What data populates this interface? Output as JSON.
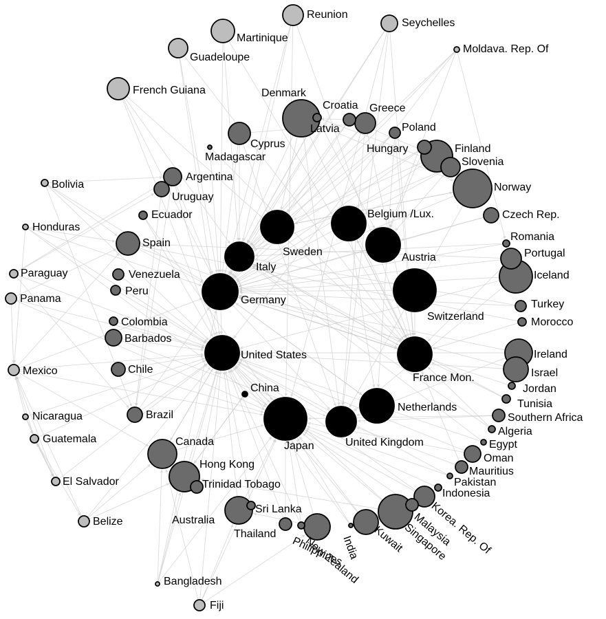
{
  "colors": {
    "core": "#000000",
    "semi_periphery": "#6b6b6b",
    "periphery": "#bdbdbd",
    "edge": "#c9c9c9",
    "outline": "#000000"
  },
  "nodes": [
    {
      "id": "reunion",
      "label": "Reunion",
      "tier": "periphery"
    },
    {
      "id": "seychelles",
      "label": "Seychelles",
      "tier": "periphery"
    },
    {
      "id": "martinique",
      "label": "Martinique",
      "tier": "periphery"
    },
    {
      "id": "guadeloupe",
      "label": "Guadeloupe",
      "tier": "periphery"
    },
    {
      "id": "moldava",
      "label": "Moldava. Rep. Of",
      "tier": "periphery"
    },
    {
      "id": "french-guiana",
      "label": "French Guiana",
      "tier": "periphery"
    },
    {
      "id": "denmark",
      "label": "Denmark",
      "tier": "semi_periphery"
    },
    {
      "id": "croatia",
      "label": "Croatia",
      "tier": "semi_periphery"
    },
    {
      "id": "greece",
      "label": "Greece",
      "tier": "semi_periphery"
    },
    {
      "id": "latvia",
      "label": "Latvia",
      "tier": "semi_periphery"
    },
    {
      "id": "poland",
      "label": "Poland",
      "tier": "semi_periphery"
    },
    {
      "id": "cyprus",
      "label": "Cyprus",
      "tier": "semi_periphery"
    },
    {
      "id": "hungary",
      "label": "Hungary",
      "tier": "semi_periphery"
    },
    {
      "id": "finland",
      "label": "Finland",
      "tier": "semi_periphery"
    },
    {
      "id": "madagascar",
      "label": "Madagascar",
      "tier": "semi_periphery"
    },
    {
      "id": "slovenia",
      "label": "Slovenia",
      "tier": "semi_periphery"
    },
    {
      "id": "argentina",
      "label": "Argentina",
      "tier": "semi_periphery"
    },
    {
      "id": "bolivia",
      "label": "Bolivia",
      "tier": "periphery"
    },
    {
      "id": "uruguay",
      "label": "Uruguay",
      "tier": "semi_periphery"
    },
    {
      "id": "norway",
      "label": "Norway",
      "tier": "semi_periphery"
    },
    {
      "id": "ecuador",
      "label": "Ecuador",
      "tier": "semi_periphery"
    },
    {
      "id": "belgium-lux",
      "label": "Belgium /Lux.",
      "tier": "core"
    },
    {
      "id": "czech",
      "label": "Czech Rep.",
      "tier": "semi_periphery"
    },
    {
      "id": "honduras",
      "label": "Honduras",
      "tier": "periphery"
    },
    {
      "id": "sweden",
      "label": "Sweden",
      "tier": "core"
    },
    {
      "id": "romania",
      "label": "Romania",
      "tier": "semi_periphery"
    },
    {
      "id": "spain",
      "label": "Spain",
      "tier": "semi_periphery"
    },
    {
      "id": "austria",
      "label": "Austria",
      "tier": "core"
    },
    {
      "id": "portugal",
      "label": "Portugal",
      "tier": "semi_periphery"
    },
    {
      "id": "italy",
      "label": "Italy",
      "tier": "core"
    },
    {
      "id": "paraguay",
      "label": "Paraguay",
      "tier": "periphery"
    },
    {
      "id": "venezuela",
      "label": "Venezuela",
      "tier": "semi_periphery"
    },
    {
      "id": "iceland",
      "label": "Iceland",
      "tier": "semi_periphery"
    },
    {
      "id": "peru",
      "label": "Peru",
      "tier": "semi_periphery"
    },
    {
      "id": "panama",
      "label": "Panama",
      "tier": "periphery"
    },
    {
      "id": "germany",
      "label": "Germany",
      "tier": "core"
    },
    {
      "id": "turkey",
      "label": "Turkey",
      "tier": "semi_periphery"
    },
    {
      "id": "switzerland",
      "label": "Switzerland",
      "tier": "core"
    },
    {
      "id": "colombia",
      "label": "Colombia",
      "tier": "semi_periphery"
    },
    {
      "id": "morocco",
      "label": "Morocco",
      "tier": "semi_periphery"
    },
    {
      "id": "barbados",
      "label": "Barbados",
      "tier": "semi_periphery"
    },
    {
      "id": "united-states",
      "label": "United States",
      "tier": "core"
    },
    {
      "id": "ireland",
      "label": "Ireland",
      "tier": "semi_periphery"
    },
    {
      "id": "mexico",
      "label": "Mexico",
      "tier": "periphery"
    },
    {
      "id": "chile",
      "label": "Chile",
      "tier": "semi_periphery"
    },
    {
      "id": "israel",
      "label": "Israel",
      "tier": "semi_periphery"
    },
    {
      "id": "france-mon",
      "label": "France Mon.",
      "tier": "core"
    },
    {
      "id": "jordan",
      "label": "Jordan",
      "tier": "semi_periphery"
    },
    {
      "id": "china",
      "label": "China",
      "tier": "core"
    },
    {
      "id": "tunisia",
      "label": "Tunisia",
      "tier": "semi_periphery"
    },
    {
      "id": "netherlands",
      "label": "Netherlands",
      "tier": "core"
    },
    {
      "id": "nicaragua",
      "label": "Nicaragua",
      "tier": "periphery"
    },
    {
      "id": "brazil",
      "label": "Brazil",
      "tier": "semi_periphery"
    },
    {
      "id": "southern-africa",
      "label": "Southern Africa",
      "tier": "semi_periphery"
    },
    {
      "id": "guatemala",
      "label": "Guatemala",
      "tier": "periphery"
    },
    {
      "id": "japan",
      "label": "Japan",
      "tier": "core"
    },
    {
      "id": "united-kingdom",
      "label": "United Kingdom",
      "tier": "core"
    },
    {
      "id": "algeria",
      "label": "Algeria",
      "tier": "semi_periphery"
    },
    {
      "id": "canada",
      "label": "Canada",
      "tier": "semi_periphery"
    },
    {
      "id": "egypt",
      "label": "Egypt",
      "tier": "semi_periphery"
    },
    {
      "id": "oman",
      "label": "Oman",
      "tier": "semi_periphery"
    },
    {
      "id": "hong-kong",
      "label": "Hong Kong",
      "tier": "semi_periphery"
    },
    {
      "id": "mauritius",
      "label": "Mauritius",
      "tier": "semi_periphery"
    },
    {
      "id": "el-salvador",
      "label": "El Salvador",
      "tier": "periphery"
    },
    {
      "id": "trinidad",
      "label": "Trinidad Tobago",
      "tier": "semi_periphery"
    },
    {
      "id": "pakistan",
      "label": "Pakistan",
      "tier": "semi_periphery"
    },
    {
      "id": "indonesia",
      "label": "Indonesia",
      "tier": "semi_periphery"
    },
    {
      "id": "korea",
      "label": "Korea. Rep. Of",
      "tier": "semi_periphery"
    },
    {
      "id": "sri-lanka",
      "label": "Sri Lanka",
      "tier": "semi_periphery"
    },
    {
      "id": "australia",
      "label": "Australia",
      "tier": "semi_periphery"
    },
    {
      "id": "malaysia",
      "label": "Malaysia",
      "tier": "semi_periphery"
    },
    {
      "id": "belize",
      "label": "Belize",
      "tier": "periphery"
    },
    {
      "id": "thailand",
      "label": "Thailand",
      "tier": "semi_periphery"
    },
    {
      "id": "india",
      "label": "India",
      "tier": "semi_periphery"
    },
    {
      "id": "new-zealand",
      "label": "New Zealand",
      "tier": "semi_periphery"
    },
    {
      "id": "kuwait",
      "label": "Kuwait",
      "tier": "semi_periphery"
    },
    {
      "id": "singapore",
      "label": "Singapore",
      "tier": "semi_periphery"
    },
    {
      "id": "philippines",
      "label": "Philippines",
      "tier": "semi_periphery"
    },
    {
      "id": "bangladesh",
      "label": "Bangladesh",
      "tier": "periphery"
    },
    {
      "id": "fiji",
      "label": "Fiji",
      "tier": "periphery"
    }
  ]
}
